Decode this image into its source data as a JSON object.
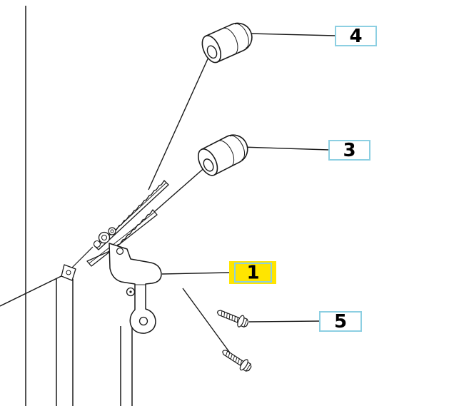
{
  "diagram": {
    "callouts": [
      {
        "label": "4"
      },
      {
        "label": "3"
      },
      {
        "label": "1",
        "highlighted": true
      },
      {
        "label": "5"
      }
    ],
    "colors": {
      "background": "#ffffff",
      "line": "#1a1a1a",
      "callout_border": "#8ccfe2",
      "highlight": "#ffe500",
      "label_text": "#000000"
    }
  }
}
